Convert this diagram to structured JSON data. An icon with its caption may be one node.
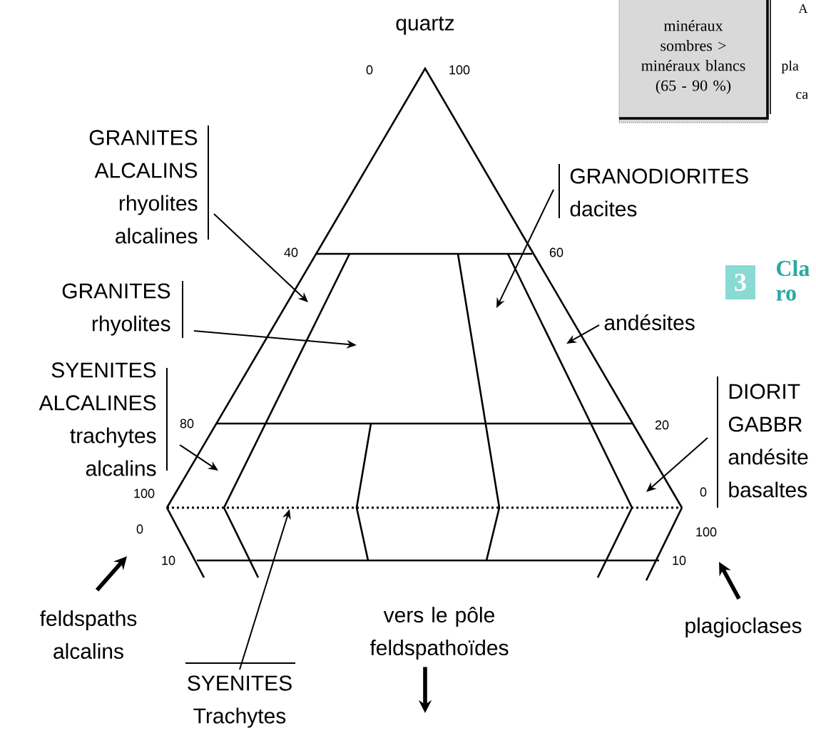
{
  "diagram": {
    "nodes": [
      {
        "text": [
          "quartz"
        ]
      },
      {
        "text": [
          "minéraux sombres > minéraux blancs (65 - 90 %)"
        ]
      },
      {
        "text": [
          "GRANITES ALCALINS rhyolites alcalines"
        ]
      },
      {
        "text": [
          "GRANITES rhyolites"
        ]
      },
      {
        "text": [
          "GRANODIORITES dacites"
        ]
      },
      {
        "text": [
          "andésites"
        ]
      },
      {
        "text": [
          "SYENITES ALCALINES trachytes alcalins"
        ]
      },
      {
        "text": [
          "DIORIT GABBR andésite basaltes"
        ]
      },
      {
        "text": [
          "feldspaths alcalins"
        ]
      },
      {
        "text": [
          "vers le pôle feldspathoïdes"
        ]
      },
      {
        "text": [
          "SYENITES Trachytes"
        ]
      },
      {
        "text": [
          "plagioclases"
        ]
      }
    ],
    "edges": [
      {
        "from": 2,
        "to": null,
        "arrow": "to"
      },
      {
        "from": 3,
        "to": null,
        "arrow": "to"
      },
      {
        "from": 4,
        "to": null,
        "arrow": "to"
      },
      {
        "from": 5,
        "to": null,
        "arrow": "to"
      },
      {
        "from": 6,
        "to": null,
        "arrow": "to"
      },
      {
        "from": 7,
        "to": null,
        "arrow": "to"
      },
      {
        "from": 10,
        "to": null,
        "arrow": "to"
      },
      {
        "from": 8,
        "to": null,
        "arrow": "to",
        "style": "thick"
      },
      {
        "from": 11,
        "to": null,
        "arrow": "to",
        "style": "thick"
      },
      {
        "from": 9,
        "to": null,
        "arrow": "to",
        "style": "thick"
      }
    ],
    "labels": [
      "A",
      "0",
      "100",
      "pla",
      "ca",
      "40",
      "60",
      "3",
      "Cla",
      "ro",
      "80",
      "20",
      "100",
      "0",
      "0",
      "100",
      "10",
      "10"
    ]
  }
}
